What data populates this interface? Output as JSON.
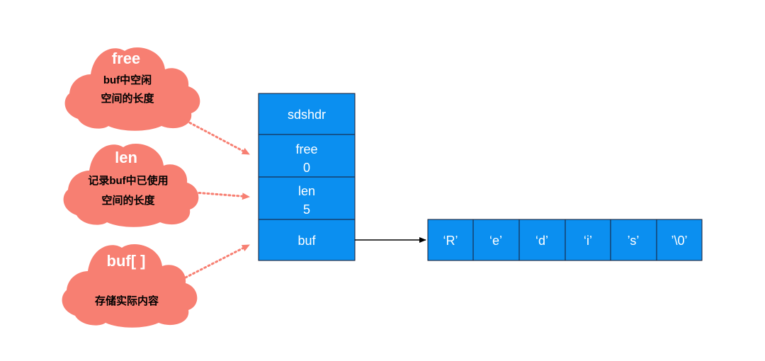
{
  "colors": {
    "cloud": "#f77f72",
    "cell": "#0b8ff0",
    "border": "#1a1a2e",
    "arrow": "#000000"
  },
  "clouds": [
    {
      "title": "free",
      "lines": [
        "buf中空闲",
        "空间的长度"
      ]
    },
    {
      "title": "len",
      "lines": [
        "记录buf中已使用",
        "空间的长度"
      ]
    },
    {
      "title": "buf[ ]",
      "lines": [
        "存储实际内容"
      ]
    }
  ],
  "struct": {
    "header": "sdshdr",
    "fields": [
      {
        "name": "free",
        "value": "0"
      },
      {
        "name": "len",
        "value": "5"
      },
      {
        "name": "buf",
        "value": ""
      }
    ]
  },
  "buffer": {
    "cells": [
      "‘R’",
      "‘e’",
      "‘d’",
      "‘i’",
      "’s’",
      "’\\0’"
    ]
  }
}
